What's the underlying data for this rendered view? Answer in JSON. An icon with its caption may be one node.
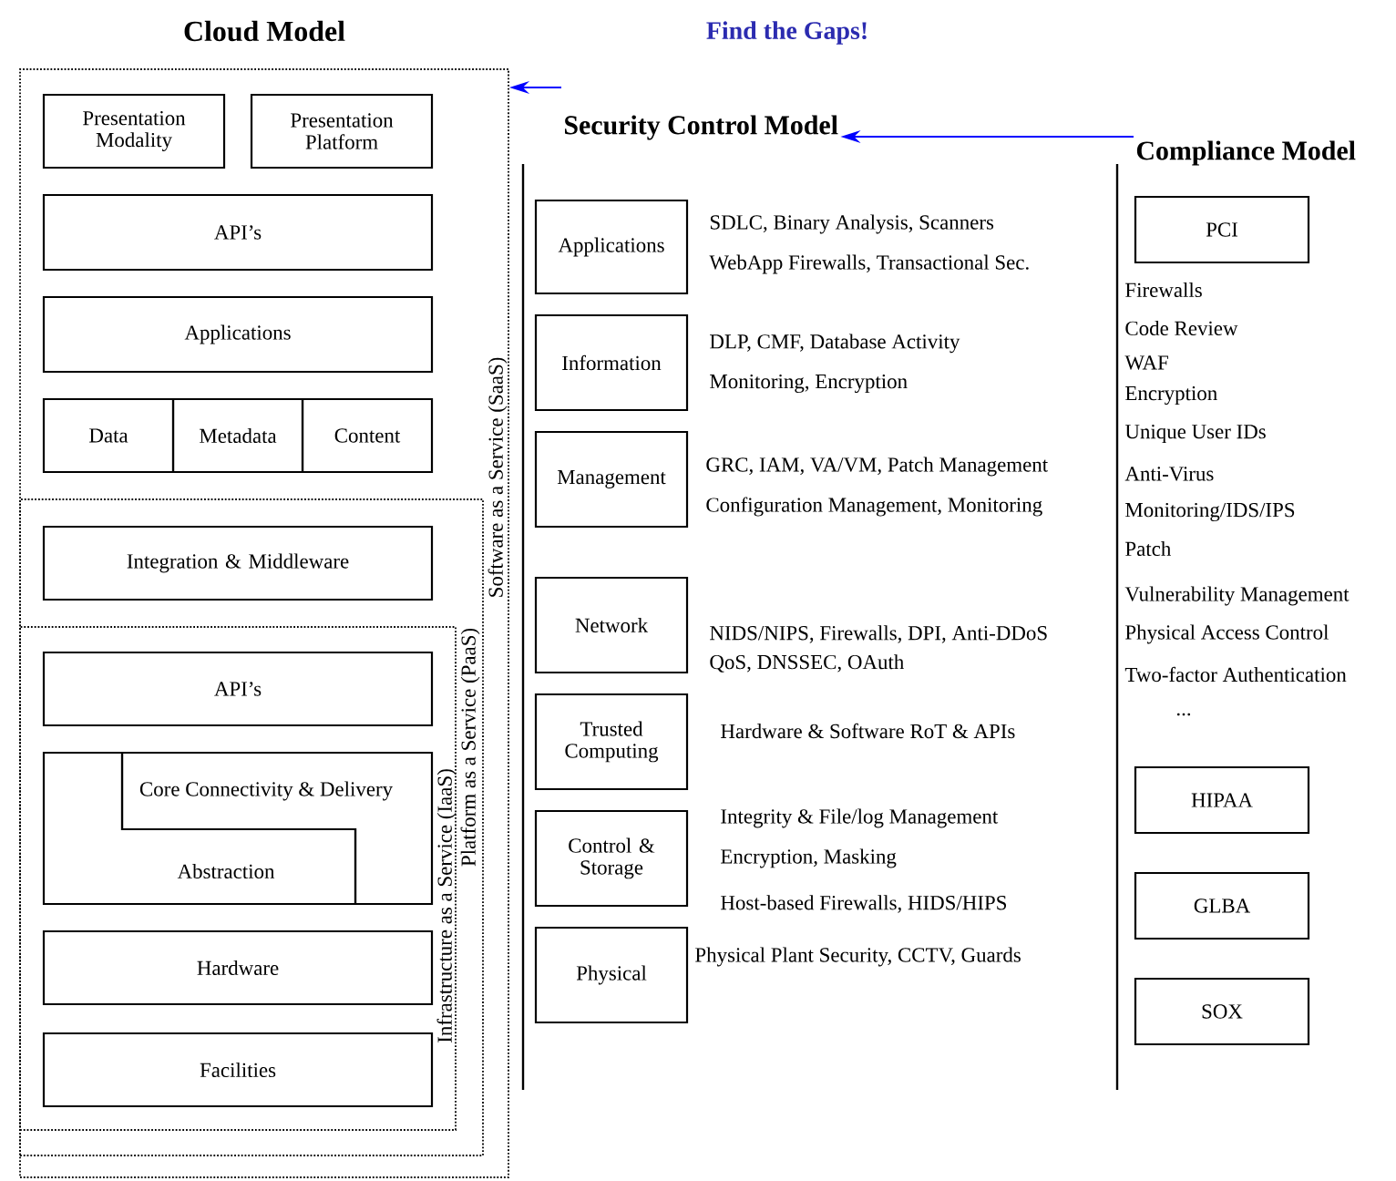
{
  "diagram": {
    "title": "Find the Gaps!",
    "nodes": [
      {
        "text": [
          "Software as a Service (SaaS)"
        ]
      },
      {
        "text": [
          "Presentation Modality"
        ],
        "in": 0
      },
      {
        "text": [
          "Presentation Platform"
        ],
        "in": 0
      },
      {
        "text": [
          "API’s"
        ],
        "in": 0
      },
      {
        "text": [
          "Applications"
        ],
        "in": 0
      },
      {
        "text": [
          "Data"
        ],
        "in": 0
      },
      {
        "text": [
          "Metadata"
        ],
        "in": 0
      },
      {
        "text": [
          "Content"
        ],
        "in": 0
      },
      {
        "text": [
          "Platform as a Service (PaaS)"
        ],
        "in": 0
      },
      {
        "text": [
          "Integration & Middleware"
        ],
        "in": 8
      },
      {
        "text": [
          "Infrastructure as a Service (IaaS)"
        ],
        "in": 8
      },
      {
        "text": [
          "API’s"
        ],
        "in": 10
      },
      {
        "text": [
          "Core Connectivity & Delivery"
        ],
        "in": 10
      },
      {
        "text": [
          "Abstraction"
        ],
        "in": 10
      },
      {
        "text": [
          "Hardware"
        ],
        "in": 10
      },
      {
        "text": [
          "Facilities"
        ],
        "in": 10
      },
      {
        "text": [
          "Security Control Model"
        ]
      },
      {
        "text": [
          "Applications"
        ],
        "beside": [
          "SDLC, Binary Analysis, Scanners",
          "WebApp Firewalls, Transactional Sec."
        ]
      },
      {
        "text": [
          "Information"
        ],
        "beside": [
          "DLP, CMF, Database Activity Monitoring, Encryption"
        ]
      },
      {
        "text": [
          "Management"
        ],
        "beside": [
          "GRC, IAM, VA/VM, Patch Management",
          "Configuration Management, Monitoring"
        ]
      },
      {
        "text": [
          "Network"
        ],
        "beside": [
          "NIDS/NIPS, Firewalls, DPI, Anti-DDoS",
          "QoS, DNSSEC, OAuth"
        ]
      },
      {
        "text": [
          "Trusted Computing"
        ],
        "beside": [
          "Hardware & Software RoT & APIs"
        ]
      },
      {
        "text": [
          "Control & Storage"
        ],
        "beside": [
          "Integrity & File/log Management",
          "Encryption, Masking",
          "Host-based Firewalls, HIDS/HIPS"
        ]
      },
      {
        "text": [
          "Physical"
        ],
        "beside": [
          "Physical Plant Security, CCTV, Guards"
        ]
      },
      {
        "text": [
          "Compliance Model"
        ]
      },
      {
        "text": [
          "PCI"
        ],
        "beside": [
          "Firewalls",
          "Code Review",
          "WAF",
          "Encryption",
          "Unique User IDs",
          "Anti-Virus",
          "Monitoring/IDS/IPS",
          "Patch",
          "Vulnerability Management",
          "Physical Access Control",
          "Two-factor Authentication",
          "..."
        ]
      },
      {
        "text": [
          "HIPAA"
        ]
      },
      {
        "text": [
          "GLBA"
        ]
      },
      {
        "text": [
          "SOX"
        ]
      }
    ],
    "edges": [
      {
        "from": 16,
        "to": 0,
        "arrow": "to",
        "color": "#0000ff"
      },
      {
        "from": 24,
        "to": 16,
        "arrow": "to",
        "color": "#0000ff"
      }
    ],
    "labels": [
      "Cloud Model"
    ]
  }
}
